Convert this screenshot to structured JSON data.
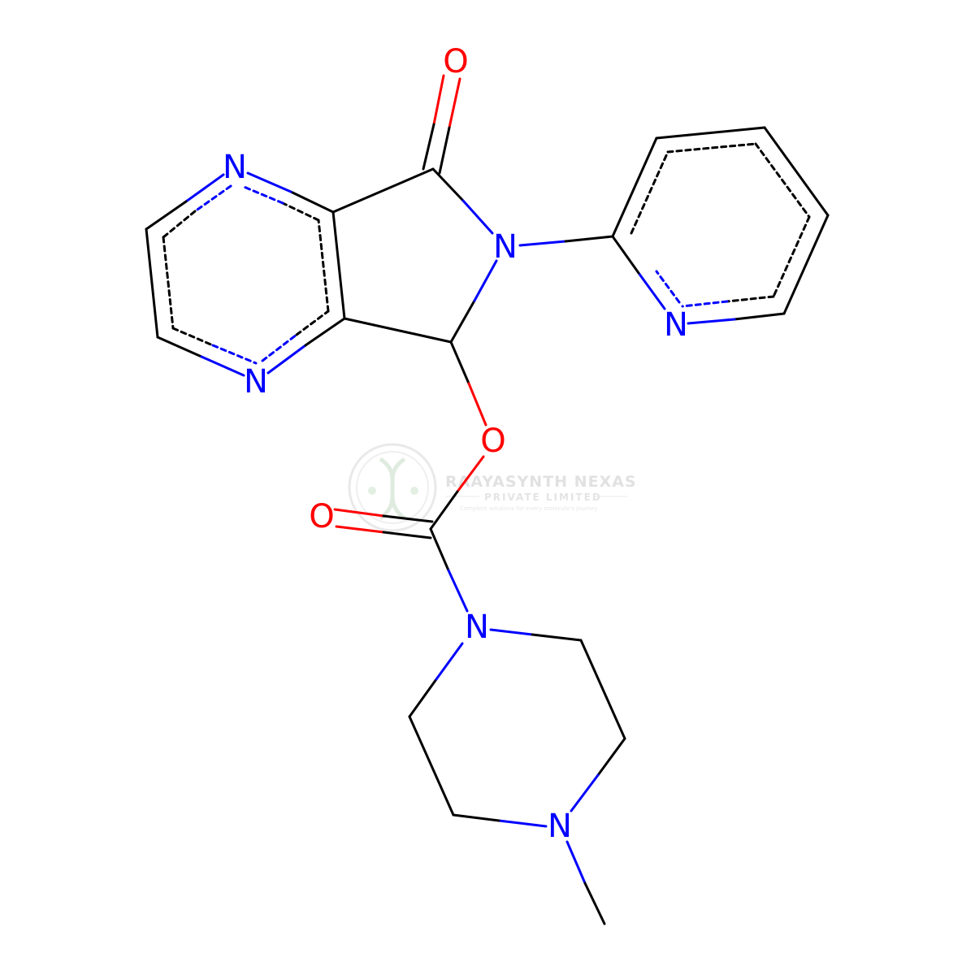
{
  "colors": {
    "bond": "#000000",
    "nitrogen": "#0000ff",
    "oxygen": "#ff0000",
    "watermark": "#cfcfcf"
  },
  "atoms": {
    "o_ketone": "O",
    "n_pyrazine_top": "N",
    "n_lactam": "N",
    "n_pyridine": "N",
    "n_pyrazine_bottom": "N",
    "o_ester": "O",
    "o_carbonyl": "O",
    "n_piperazine_1": "N",
    "n_piperazine_4": "N"
  },
  "watermark": {
    "company": "RAAYASYNTH NEXAS",
    "subtitle": "PRIVATE LIMITED",
    "tagline": "Complete solutions for every molecule's journey"
  }
}
